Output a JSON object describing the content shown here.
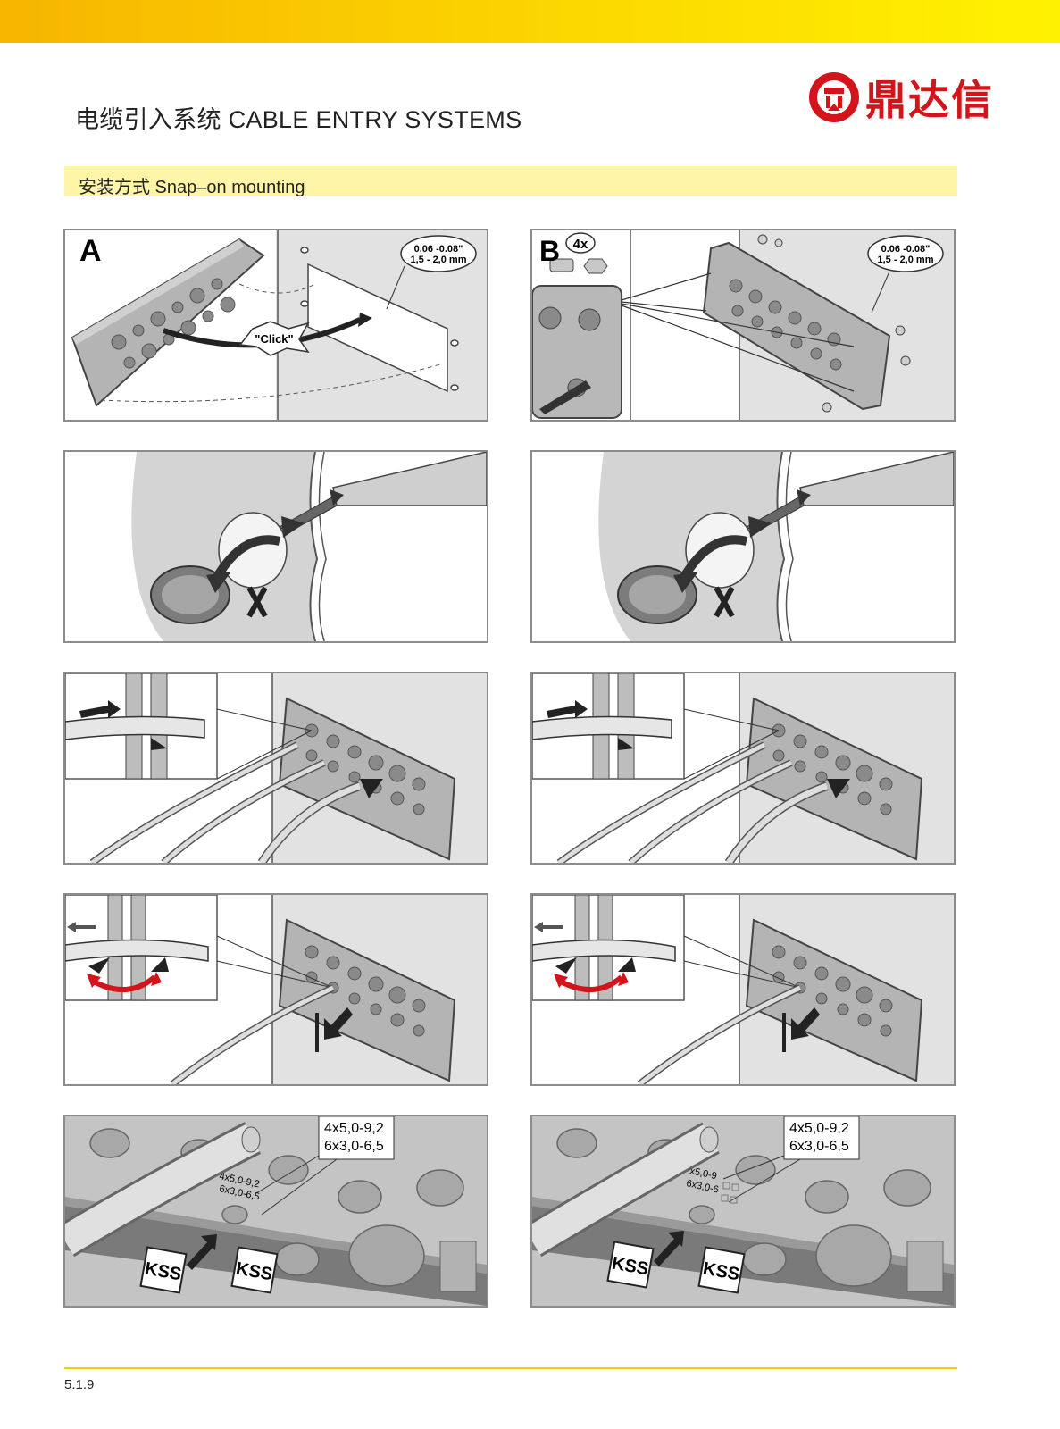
{
  "header": {
    "title": "电缆引入系统   CABLE ENTRY SYSTEMS",
    "brand_name": "鼎达信",
    "brand_color": "#d4141b",
    "band_colors": [
      "#f7b500",
      "#fff200"
    ]
  },
  "section": {
    "label": "安装方式 Snap–on mounting"
  },
  "panels": {
    "a": {
      "letter": "A",
      "thickness_in": "0.06 -0.08\"",
      "thickness_mm": "1,5 - 2,0 mm",
      "click": "\"Click\""
    },
    "b": {
      "letter": "B",
      "count": "4x",
      "thickness_in": "0.06 -0.08\"",
      "thickness_mm": "1,5 - 2,0 mm"
    },
    "marking_left": {
      "callout_1": "4x5,0-9,2",
      "callout_2": "6x3,0-6,5",
      "mark_1": "4x5,0-9,2",
      "mark_2": "6x3,0-6,5",
      "tag_1": "KSS",
      "tag_2": "KSS"
    },
    "marking_right": {
      "callout_1": "4x5,0-9,2",
      "callout_2": "6x3,0-6,5",
      "mark_1": "x5,0-9",
      "mark_2": "6x3,0-6",
      "tag_1": "KSS",
      "tag_2": "KSS"
    }
  },
  "footer": {
    "page_number": "5.1.9"
  }
}
